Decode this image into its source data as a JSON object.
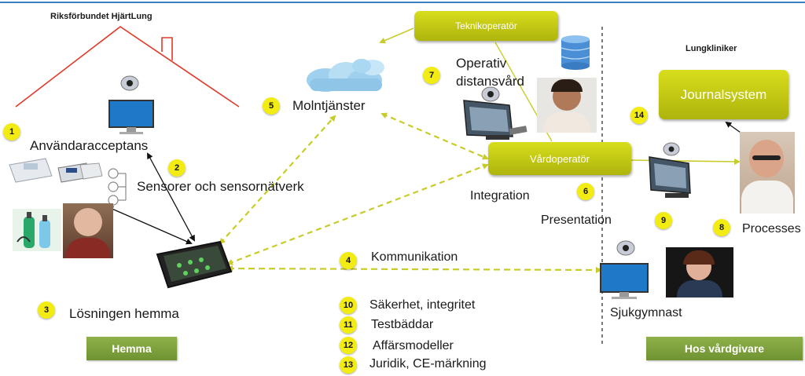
{
  "header": {
    "org_title": "Riksförbundet HjärtLung",
    "clinic_title": "Lungkliniker"
  },
  "home": {
    "user_acceptance": "Användaracceptans",
    "sensors": "Sensorer och sensornätverk",
    "solution_home": "Lösningen hemma",
    "footer": "Hemma"
  },
  "center": {
    "cloud_services": "Molntjänster",
    "communication": "Kommunikation",
    "topics": [
      {
        "num": "10",
        "label": "Säkerhet, integritet"
      },
      {
        "num": "11",
        "label": "Testbäddar"
      },
      {
        "num": "12",
        "label": "Affärsmodeller"
      },
      {
        "num": "13",
        "label": "Juridik, CE-märkning"
      }
    ]
  },
  "operators": {
    "tech_operator": "Teknikoperatör",
    "care_operator": "Vårdoperatör",
    "operative_care_line1": "Operativ",
    "operative_care_line2": "distansvård",
    "integration": "Integration",
    "presentation": "Presentation"
  },
  "clinic": {
    "journal_system": "Journalsystem",
    "processes": "Processes",
    "physio": "Sjukgymnast",
    "footer": "Hos vårdgivare"
  },
  "numbers": {
    "n1": "1",
    "n2": "2",
    "n3": "3",
    "n4": "4",
    "n5": "5",
    "n6": "6",
    "n7": "7",
    "n8": "8",
    "n9": "9",
    "n14": "14"
  },
  "colors": {
    "accent_yellow_green": "#c3c914",
    "badge_yellow": "#f3ec12",
    "footer_green": "#7da03c",
    "top_rule_blue": "#3a7fc1",
    "roof_red": "#e03a2a",
    "dashed_arrow": "#c8cc2a"
  }
}
